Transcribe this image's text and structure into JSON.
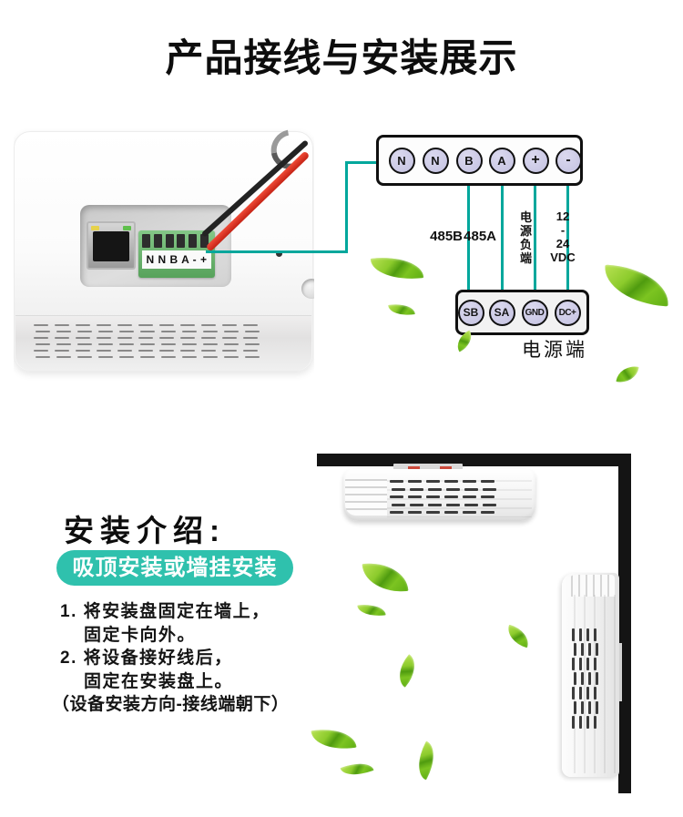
{
  "title": "产品接线与安装展示",
  "colors": {
    "line_teal": "#00a79c",
    "badge_teal": "#2fc1ad",
    "terminal_circle_fill": "#c7c5e3",
    "leaf_green": "#76c421",
    "wall_black": "#141414"
  },
  "diagram": {
    "photo_terminal_label": "N N B A - +",
    "device_terminals": [
      "N",
      "N",
      "B",
      "A",
      "+",
      "-"
    ],
    "power_terminals": [
      "SB",
      "SA",
      "GND",
      "DC+"
    ],
    "label_485b": "485B",
    "label_485a": "485A",
    "label_power_negative": "电源负端",
    "label_vdc_lines": [
      "12",
      "-",
      "24",
      "VDC"
    ],
    "power_end_label": "电源端"
  },
  "install": {
    "heading": "安装介绍:",
    "badge": "吸顶安装或墙挂安装",
    "steps": [
      "1. 将安装盘固定在墙上，",
      "固定卡向外。",
      "2. 将设备接好线后，",
      "固定在安装盘上。",
      "（设备安装方向-接线端朝下）"
    ]
  }
}
